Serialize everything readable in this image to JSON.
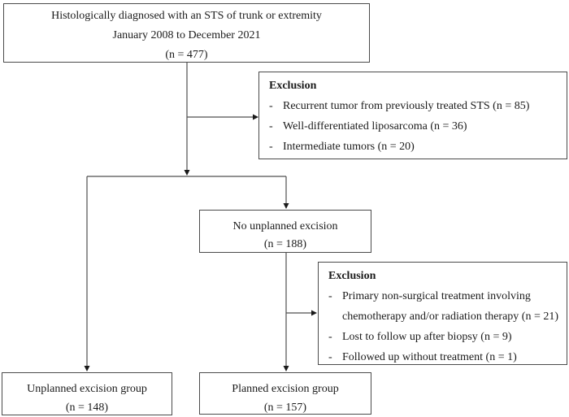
{
  "diagram": {
    "title_hint": "Patient selection flowchart",
    "top_box": {
      "line1": "Histologically diagnosed with an STS of trunk or extremity",
      "line2": "January 2008 to December 2021",
      "line3": "(n = 477)"
    },
    "exclusion1": {
      "title": "Exclusion",
      "items": [
        {
          "bullet": "-",
          "text": "Recurrent tumor from previously treated STS (n = 85)"
        },
        {
          "bullet": "-",
          "text": "Well-differentiated liposarcoma (n = 36)"
        },
        {
          "bullet": "-",
          "text": "Intermediate tumors (n = 20)"
        }
      ]
    },
    "no_unplanned_box": {
      "line1": "No unplanned excision",
      "line2": "(n = 188)"
    },
    "exclusion2": {
      "title": "Exclusion",
      "items": [
        {
          "bullet": "-",
          "text": "Primary non-surgical treatment involving",
          "text2": "chemotherapy and/or radiation therapy (n = 21)"
        },
        {
          "bullet": "-",
          "text": "Lost to follow up after biopsy (n = 9)"
        },
        {
          "bullet": "-",
          "text": "Followed up without treatment (n = 1)"
        }
      ]
    },
    "unplanned_box": {
      "line1": "Unplanned excision group",
      "line2": "(n = 148)"
    },
    "planned_box": {
      "line1": "Planned excision group",
      "line2": "(n = 157)"
    }
  },
  "colors": {
    "background": "#ffffff",
    "box_border": "#4b4b4b",
    "connector_line": "#4f4f4f",
    "arrowhead": "#1a1a1a",
    "text": "#1b1b1b"
  }
}
